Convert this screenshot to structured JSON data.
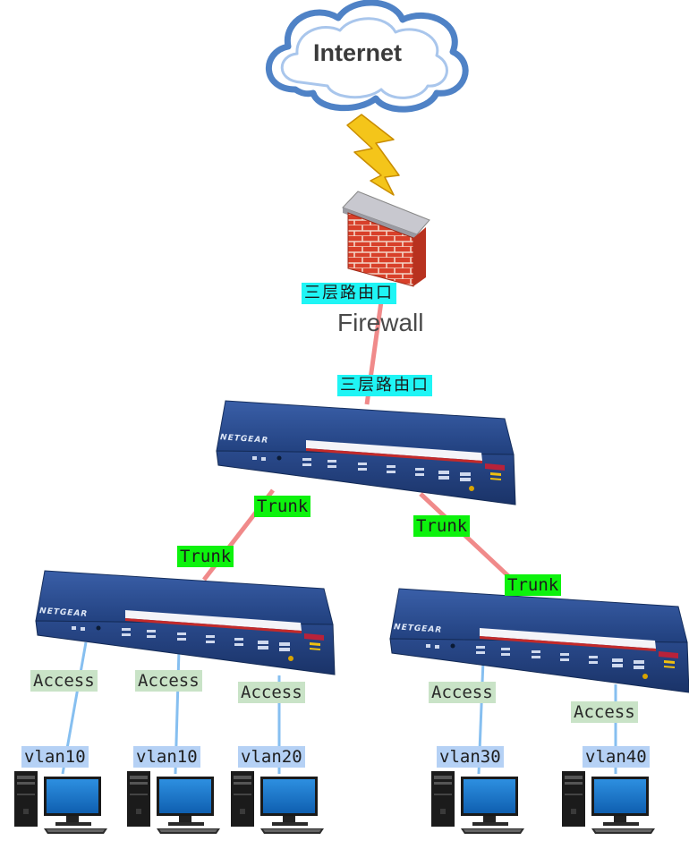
{
  "cloud": {
    "label": "Internet"
  },
  "firewall": {
    "label": "Firewall",
    "port_label": "三层路由口"
  },
  "core_switch": {
    "uplink_label": "三层路由口",
    "brand": "NETGEAR"
  },
  "links": {
    "core_left": "Trunk",
    "core_right": "Trunk",
    "left_switch_uplink": "Trunk",
    "right_switch_uplink": "Trunk"
  },
  "access_switches": [
    {
      "brand": "NETGEAR"
    },
    {
      "brand": "NETGEAR"
    }
  ],
  "hosts": [
    {
      "port": "Access",
      "vlan": "vlan10"
    },
    {
      "port": "Access",
      "vlan": "vlan10"
    },
    {
      "port": "Access",
      "vlan": "vlan20"
    },
    {
      "port": "Access",
      "vlan": "vlan30"
    },
    {
      "port": "Access",
      "vlan": "vlan40"
    }
  ],
  "colors": {
    "trunk_link": "#f08a8a",
    "access_link": "#86bff0",
    "routed_port_bg": "#1ff5f5",
    "trunk_bg": "#0df20d",
    "access_bg": "#c9e3c7",
    "vlan_bg": "#b5d1f5",
    "switch_body": "#243f7a"
  }
}
